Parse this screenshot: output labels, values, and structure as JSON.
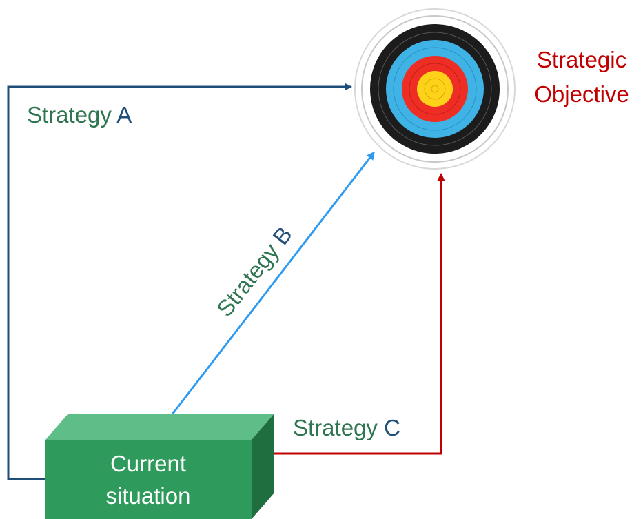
{
  "colors": {
    "strategy_word": "#2e7550",
    "letter_a": "#1f4e79",
    "letter_b": "#1f4e79",
    "letter_c": "#1f4e79",
    "objective": "#c00000",
    "arrow_a": "#1f4e79",
    "arrow_b": "#2f9bf0",
    "arrow_c": "#c00000",
    "box_front": "#2e9a5b",
    "box_top": "#5fbd87",
    "box_side": "#1f6e40"
  },
  "objective": {
    "line1": "Strategic",
    "line2": "Objective",
    "icon": "archery-target-icon"
  },
  "current_situation": {
    "line1": "Current",
    "line2": "situation"
  },
  "strategies": [
    {
      "word": "Strategy",
      "letter": "A"
    },
    {
      "word": "Strategy",
      "letter": "B"
    },
    {
      "word": "Strategy",
      "letter": "C"
    }
  ]
}
